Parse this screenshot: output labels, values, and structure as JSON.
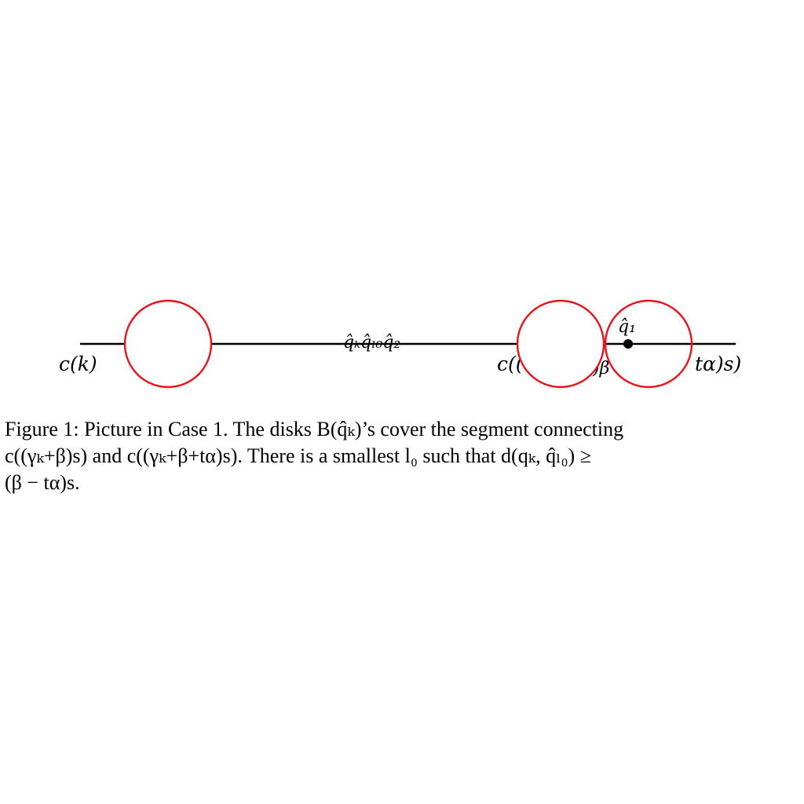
{
  "figure": {
    "labels": {
      "left_endpoint": "c(k)",
      "middle_points": "q̂ₖq̂ₗ₀q̂₂",
      "middle_point_label": "c((",
      "occluded_fragment": ")β",
      "right_endpoint": "tα)s)",
      "q1": "q̂₁"
    },
    "colors": {
      "segment": "#000000",
      "disk": "#e8141b",
      "point": "#000000"
    }
  },
  "caption": {
    "line1": "Figure 1: Picture in Case 1. The disks B(q̂ₖ)’s cover the segment connecting",
    "line2": "c((γₖ+β)s) and c((γₖ+β+tα)s). There is a smallest l₀ such that d(qₖ, q̂ₗ₀) ≥",
    "line3": "(β − tα)s."
  }
}
